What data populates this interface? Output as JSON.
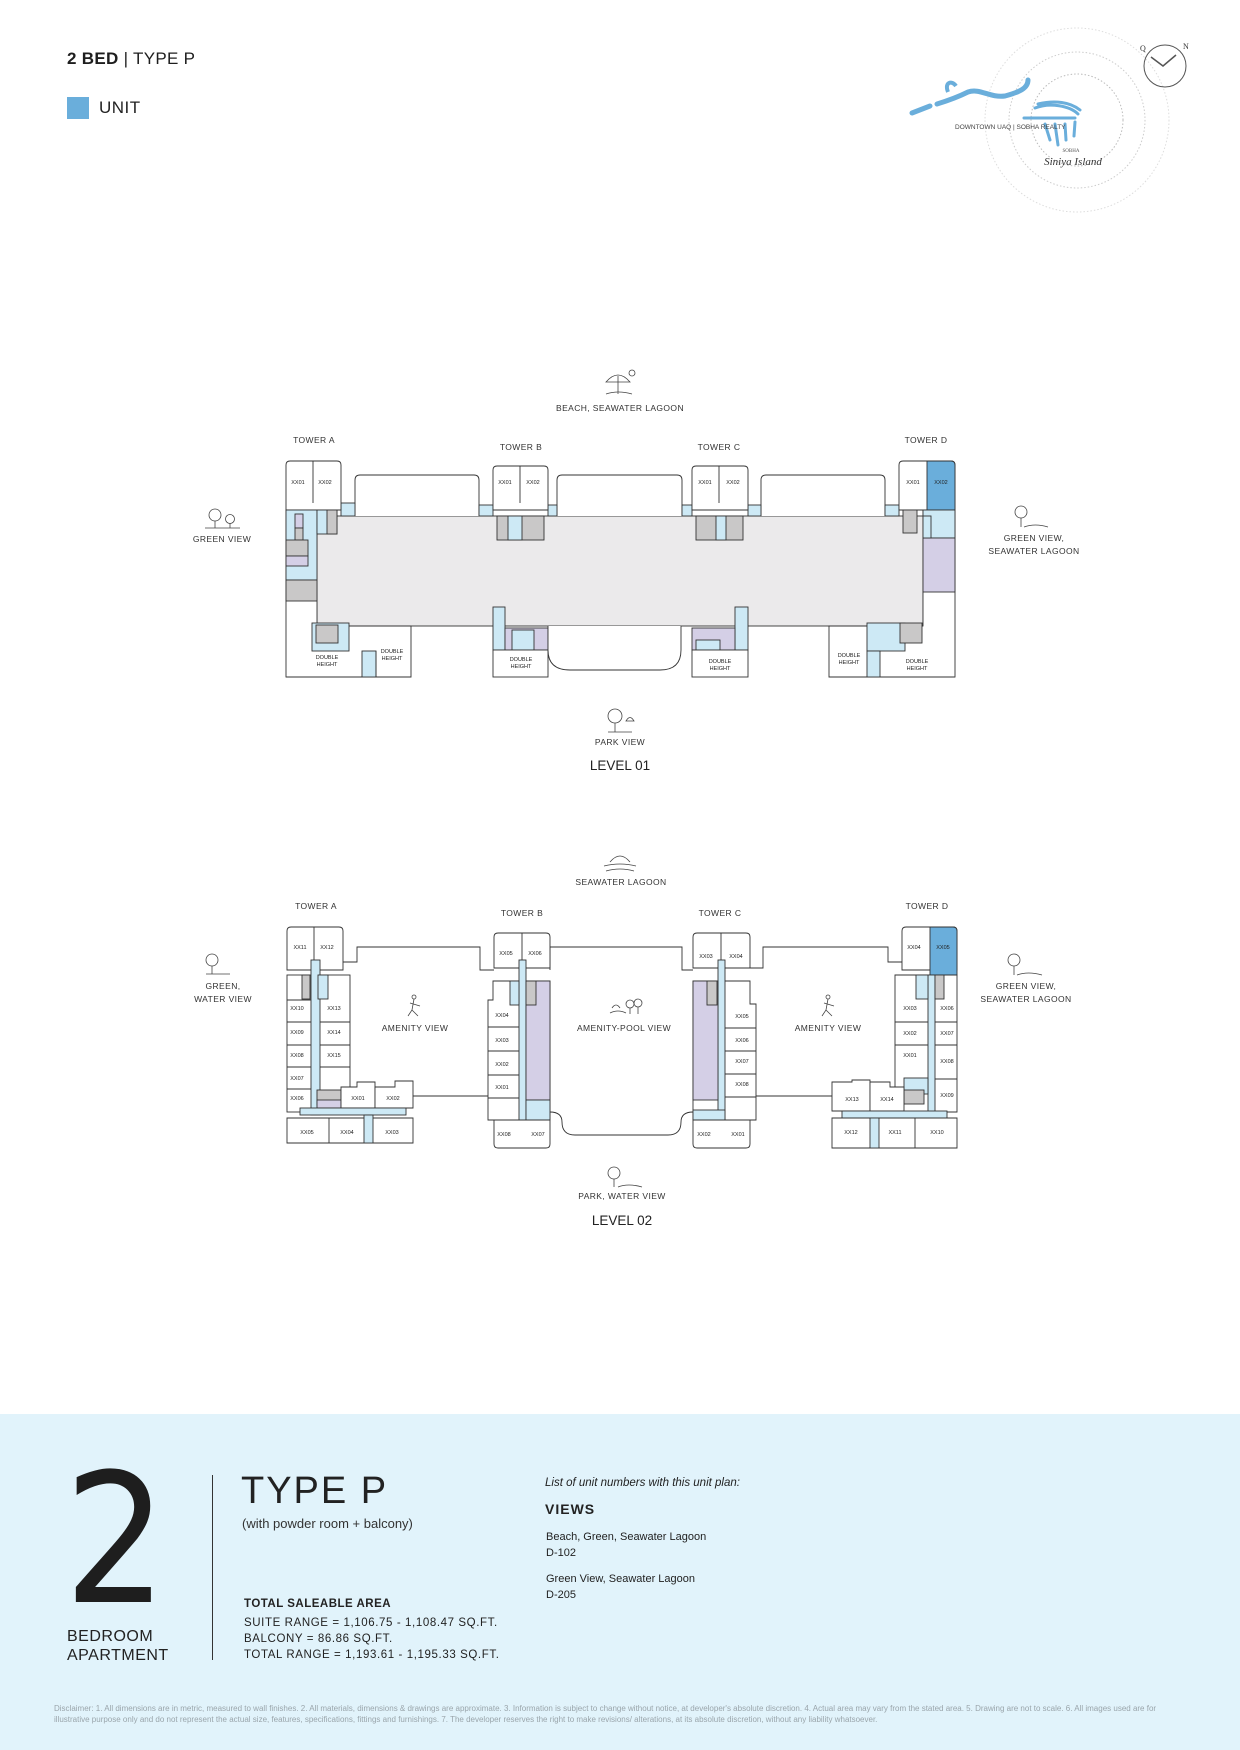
{
  "header": {
    "bed": "2 BED",
    "separator": "|",
    "type": "TYPE P",
    "legend_label": "UNIT"
  },
  "colors": {
    "unit": "#6aaedb",
    "corridor": "#cde9f5",
    "podium": "#ebeaeb",
    "core": "#c9c8c8",
    "service": "#d4cfe6",
    "panel": "#e1f3fb"
  },
  "logo": {
    "location_text": "DOWNTOWN UAQ | SOBHA REALTY",
    "brand": "SOBHA",
    "project": "Siniya Island",
    "compass_q": "Q",
    "compass_n": "N"
  },
  "level_01": {
    "title": "LEVEL 01",
    "views": {
      "top": "BEACH, SEAWATER LAGOON",
      "left": "GREEN VIEW",
      "right_1": "GREEN VIEW,",
      "right_2": "SEAWATER LAGOON",
      "bottom": "PARK VIEW"
    },
    "towers": [
      "TOWER A",
      "TOWER B",
      "TOWER C",
      "TOWER D"
    ],
    "units": [
      "XX01",
      "XX02",
      "XX01",
      "XX02",
      "XX01",
      "XX02",
      "XX01",
      "XX02"
    ],
    "double_height_1": "DOUBLE",
    "double_height_2": "HEIGHT"
  },
  "level_02": {
    "title": "LEVEL 02",
    "views": {
      "top": "SEAWATER LAGOON",
      "left_1": "GREEN,",
      "left_2": "WATER VIEW",
      "right_1": "GREEN VIEW,",
      "right_2": "SEAWATER LAGOON",
      "bottom": "PARK, WATER VIEW"
    },
    "towers": [
      "TOWER A",
      "TOWER B",
      "TOWER C",
      "TOWER D"
    ],
    "amenity": [
      "AMENITY VIEW",
      "AMENITY-POOL VIEW",
      "AMENITY VIEW"
    ],
    "units_a": [
      "XX11",
      "XX12",
      "XX10",
      "XX13",
      "XX09",
      "XX14",
      "XX08",
      "XX15",
      "XX07",
      "XX06",
      "XX01",
      "XX02",
      "XX05",
      "XX04",
      "XX03"
    ],
    "units_b": [
      "XX05",
      "XX06",
      "XX04",
      "XX03",
      "XX02",
      "XX01",
      "XX08",
      "XX07"
    ],
    "units_c": [
      "XX03",
      "XX04",
      "XX05",
      "XX06",
      "XX07",
      "XX08",
      "XX02",
      "XX01"
    ],
    "units_d": [
      "XX04",
      "XX05",
      "XX03",
      "XX06",
      "XX02",
      "XX07",
      "XX01",
      "XX08",
      "XX09",
      "XX13",
      "XX14",
      "XX12",
      "XX11",
      "XX10"
    ]
  },
  "summary": {
    "bedrooms": "2",
    "bedroom_label_1": "BEDROOM",
    "bedroom_label_2": "APARTMENT",
    "type": "TYPE P",
    "subtitle": "(with powder room + balcony)",
    "area_title": "TOTAL SALEABLE AREA",
    "suite_range": "SUITE RANGE = 1,106.75 - 1,108.47 SQ.FT.",
    "balcony": "BALCONY = 86.86 SQ.FT.",
    "total_range": "TOTAL RANGE = 1,193.61 - 1,195.33 SQ.FT.",
    "list_heading": "List of unit numbers with this unit plan:",
    "views_heading": "VIEWS",
    "view_groups": [
      {
        "view": "Beach, Green, Seawater Lagoon",
        "units": "D-102"
      },
      {
        "view": "Green View, Seawater Lagoon",
        "units": "D-205"
      }
    ]
  },
  "disclaimer": "Disclaimer: 1. All dimensions are in metric, measured to wall finishes. 2. All materials, dimensions & drawings are approximate. 3. Information is subject to change without notice, at developer's absolute discretion. 4. Actual area may vary from the stated area. 5. Drawing are not to scale. 6. All images used are for illustrative purpose only and do not represent the actual size, features, specifications, fittings and furnishings. 7. The developer reserves the right to make revisions/ alterations, at its absolute discretion, without any liability whatsoever."
}
